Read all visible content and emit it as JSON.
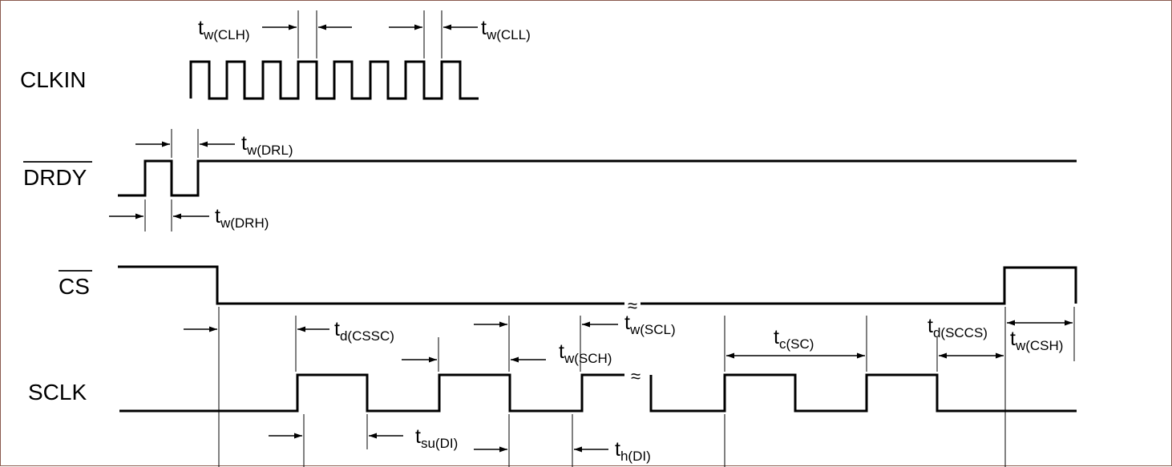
{
  "signals": {
    "clkin": "CLKIN",
    "drdy": "DRDY",
    "cs": "CS",
    "sclk": "SCLK"
  },
  "break_mark": "≈",
  "timing_params": [
    {
      "id": "tw_clh",
      "base": "t",
      "sub": "w(CLH)"
    },
    {
      "id": "tw_cll",
      "base": "t",
      "sub": "w(CLL)"
    },
    {
      "id": "tw_drl",
      "base": "t",
      "sub": "w(DRL)"
    },
    {
      "id": "tw_drh",
      "base": "t",
      "sub": "w(DRH)"
    },
    {
      "id": "td_cssc",
      "base": "t",
      "sub": "d(CSSC)"
    },
    {
      "id": "tw_scl",
      "base": "t",
      "sub": "w(SCL)"
    },
    {
      "id": "tw_sch",
      "base": "t",
      "sub": "w(SCH)"
    },
    {
      "id": "tc_sc",
      "base": "t",
      "sub": "c(SC)"
    },
    {
      "id": "td_sccs",
      "base": "t",
      "sub": "d(SCCS)"
    },
    {
      "id": "tw_csh",
      "base": "t",
      "sub": "w(CSH)"
    },
    {
      "id": "tsu_di",
      "base": "t",
      "sub": "su(DI)"
    },
    {
      "id": "th_di",
      "base": "t",
      "sub": "h(DI)"
    }
  ]
}
